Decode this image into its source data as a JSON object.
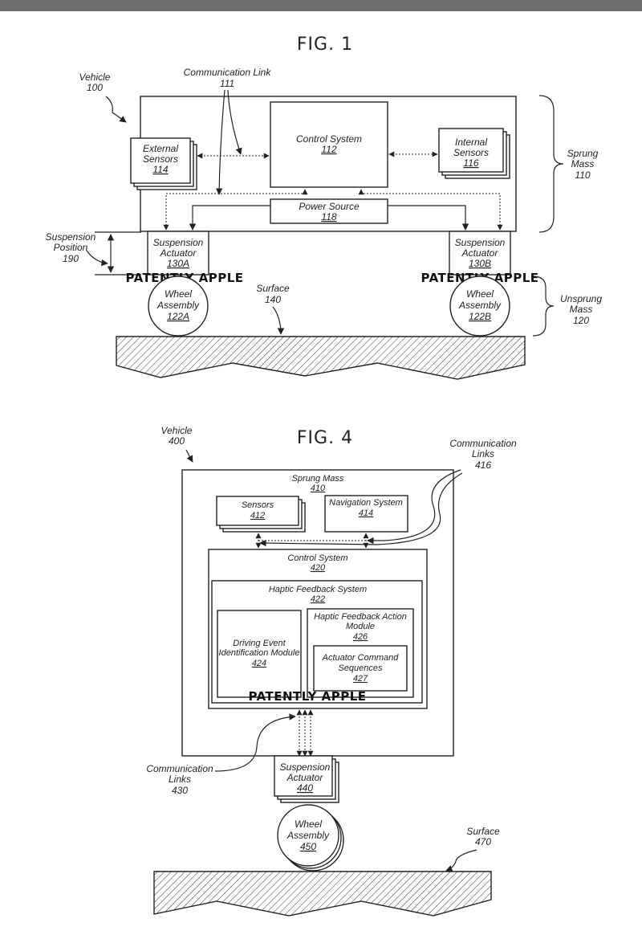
{
  "fig1": {
    "title": "FIG. 1",
    "vehicle": {
      "label": "Vehicle",
      "num": "100"
    },
    "comm_link": {
      "label": "Communication Link",
      "num": "111"
    },
    "control_system": {
      "label": "Control System",
      "num": "112"
    },
    "external_sensors": {
      "label1": "External",
      "label2": "Sensors",
      "num": "114"
    },
    "internal_sensors": {
      "label1": "Internal",
      "label2": "Sensors",
      "num": "116"
    },
    "power_source": {
      "label": "Power Source",
      "num": "118"
    },
    "sprung_mass": {
      "label1": "Sprung",
      "label2": "Mass",
      "num": "110"
    },
    "unsprung_mass": {
      "label1": "Unsprung",
      "label2": "Mass",
      "num": "120"
    },
    "suspension_position": {
      "label1": "Suspension",
      "label2": "Position",
      "num": "190"
    },
    "actuator_a": {
      "label1": "Suspension",
      "label2": "Actuator",
      "num": "130A"
    },
    "actuator_b": {
      "label1": "Suspension",
      "label2": "Actuator",
      "num": "130B"
    },
    "wheel_a": {
      "label1": "Wheel",
      "label2": "Assembly",
      "num": "122A"
    },
    "wheel_b": {
      "label1": "Wheel",
      "label2": "Assembly",
      "num": "122B"
    },
    "surface": {
      "label": "Surface",
      "num": "140"
    }
  },
  "fig4": {
    "title": "FIG. 4",
    "vehicle": {
      "label": "Vehicle",
      "num": "400"
    },
    "comm_links_top": {
      "label1": "Communication",
      "label2": "Links",
      "num": "416"
    },
    "sprung_mass": {
      "label": "Sprung Mass",
      "num": "410"
    },
    "sensors": {
      "label": "Sensors",
      "num": "412"
    },
    "navigation": {
      "label": "Navigation System",
      "num": "414"
    },
    "control_system": {
      "label": "Control System",
      "num": "420"
    },
    "haptic_system": {
      "label": "Haptic Feedback System",
      "num": "422"
    },
    "driving_event": {
      "label1": "Driving Event",
      "label2": "Identification Module",
      "num": "424"
    },
    "haptic_action": {
      "label1": "Haptic Feedback Action",
      "label2": "Module",
      "num": "426"
    },
    "actuator_cmd": {
      "label1": "Actuator Command",
      "label2": "Sequences",
      "num": "427"
    },
    "comm_links_bottom": {
      "label1": "Communication",
      "label2": "Links",
      "num": "430"
    },
    "suspension_actuator": {
      "label1": "Suspension",
      "label2": "Actuator",
      "num": "440"
    },
    "wheel": {
      "label1": "Wheel",
      "label2": "Assembly",
      "num": "450"
    },
    "surface": {
      "label": "Surface",
      "num": "470"
    }
  },
  "watermark": "PATENTLY APPLE"
}
